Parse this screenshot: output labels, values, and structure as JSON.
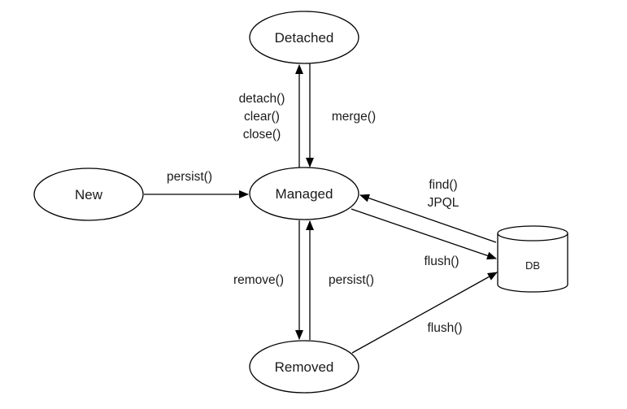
{
  "diagram": {
    "nodes": {
      "detached": "Detached",
      "new": "New",
      "managed": "Managed",
      "removed": "Removed",
      "db": "DB"
    },
    "edges": {
      "new_to_managed": "persist()",
      "managed_to_detached": [
        "detach()",
        "clear()",
        "close()"
      ],
      "detached_to_managed": "merge()",
      "db_to_managed": [
        "find()",
        "JPQL"
      ],
      "managed_to_db": "flush()",
      "managed_to_removed": "remove()",
      "removed_to_managed": "persist()",
      "removed_to_db": "flush()"
    }
  }
}
